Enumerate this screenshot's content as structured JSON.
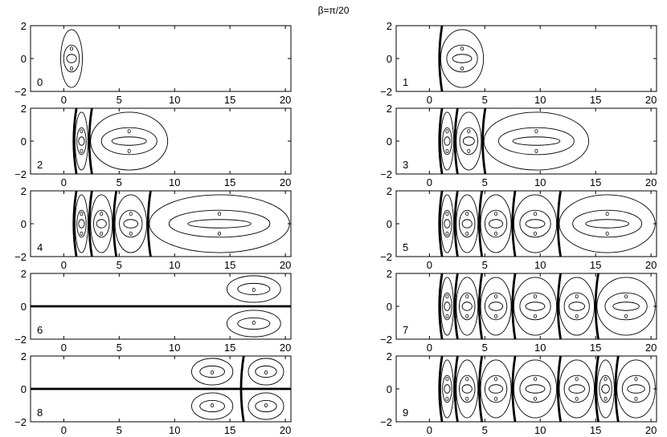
{
  "chart_data": {
    "type": "contour",
    "title": "β=π/20",
    "xlim": [
      -3,
      20.5
    ],
    "ylim": [
      -2,
      2
    ],
    "xticks": [
      0,
      5,
      10,
      15,
      20
    ],
    "yticks": [
      -2,
      0,
      2
    ],
    "xtick_labels": [
      "0",
      "5",
      "10",
      "15",
      "20"
    ],
    "ytick_labels": [
      "−2",
      "0",
      "2"
    ],
    "grid": false,
    "panels": [
      {
        "label": "0",
        "nodal_curves_x": [],
        "nodal_axis_line": false,
        "lobe_centers_x": [
          0.8
        ],
        "extent_x": 1.8
      },
      {
        "label": "1",
        "nodal_curves_x": [
          0.9
        ],
        "nodal_axis_line": false,
        "lobe_centers_x": [
          2.6
        ],
        "extent_x": 5.0
      },
      {
        "label": "2",
        "nodal_curves_x": [
          0.9,
          2.3
        ],
        "nodal_axis_line": false,
        "lobe_centers_x": [
          1.6,
          5.5
        ],
        "extent_x": 9.5
      },
      {
        "label": "3",
        "nodal_curves_x": [
          0.9,
          2.3,
          4.8
        ],
        "nodal_axis_line": false,
        "lobe_centers_x": [
          1.6,
          3.5,
          9.0
        ],
        "extent_x": 14.5
      },
      {
        "label": "4",
        "nodal_curves_x": [
          0.9,
          2.3,
          4.5,
          7.6
        ],
        "nodal_axis_line": false,
        "lobe_centers_x": [
          1.6,
          3.4,
          6.0,
          14.0
        ],
        "extent_x": 20.5
      },
      {
        "label": "5",
        "nodal_curves_x": [
          0.9,
          2.3,
          4.5,
          7.5,
          11.6
        ],
        "nodal_axis_line": false,
        "lobe_centers_x": [
          1.6,
          3.4,
          6.0,
          9.5,
          16.0
        ],
        "extent_x": 20.5
      },
      {
        "label": "6",
        "nodal_curves_x": [],
        "nodal_axis_line": true,
        "lobe_centers_x": [
          15.0
        ],
        "extent_x": 20.5
      },
      {
        "label": "7",
        "nodal_curves_x": [
          0.9,
          2.3,
          4.5,
          7.5,
          11.6,
          15.0
        ],
        "nodal_axis_line": false,
        "lobe_centers_x": [
          1.6,
          3.4,
          6.0,
          9.5,
          13.3,
          18.0
        ],
        "extent_x": 20.5
      },
      {
        "label": "8",
        "nodal_curves_x": [
          16.0
        ],
        "nodal_axis_line": true,
        "lobe_centers_x": [
          12.0,
          18.3
        ],
        "extent_x": 20.5
      },
      {
        "label": "9",
        "nodal_curves_x": [
          0.9,
          2.3,
          4.5,
          7.5,
          11.6,
          15.0,
          16.8
        ],
        "nodal_axis_line": false,
        "lobe_centers_x": [
          1.6,
          3.4,
          6.0,
          9.5,
          13.3,
          15.9,
          18.8
        ],
        "extent_x": 20.5
      }
    ]
  }
}
